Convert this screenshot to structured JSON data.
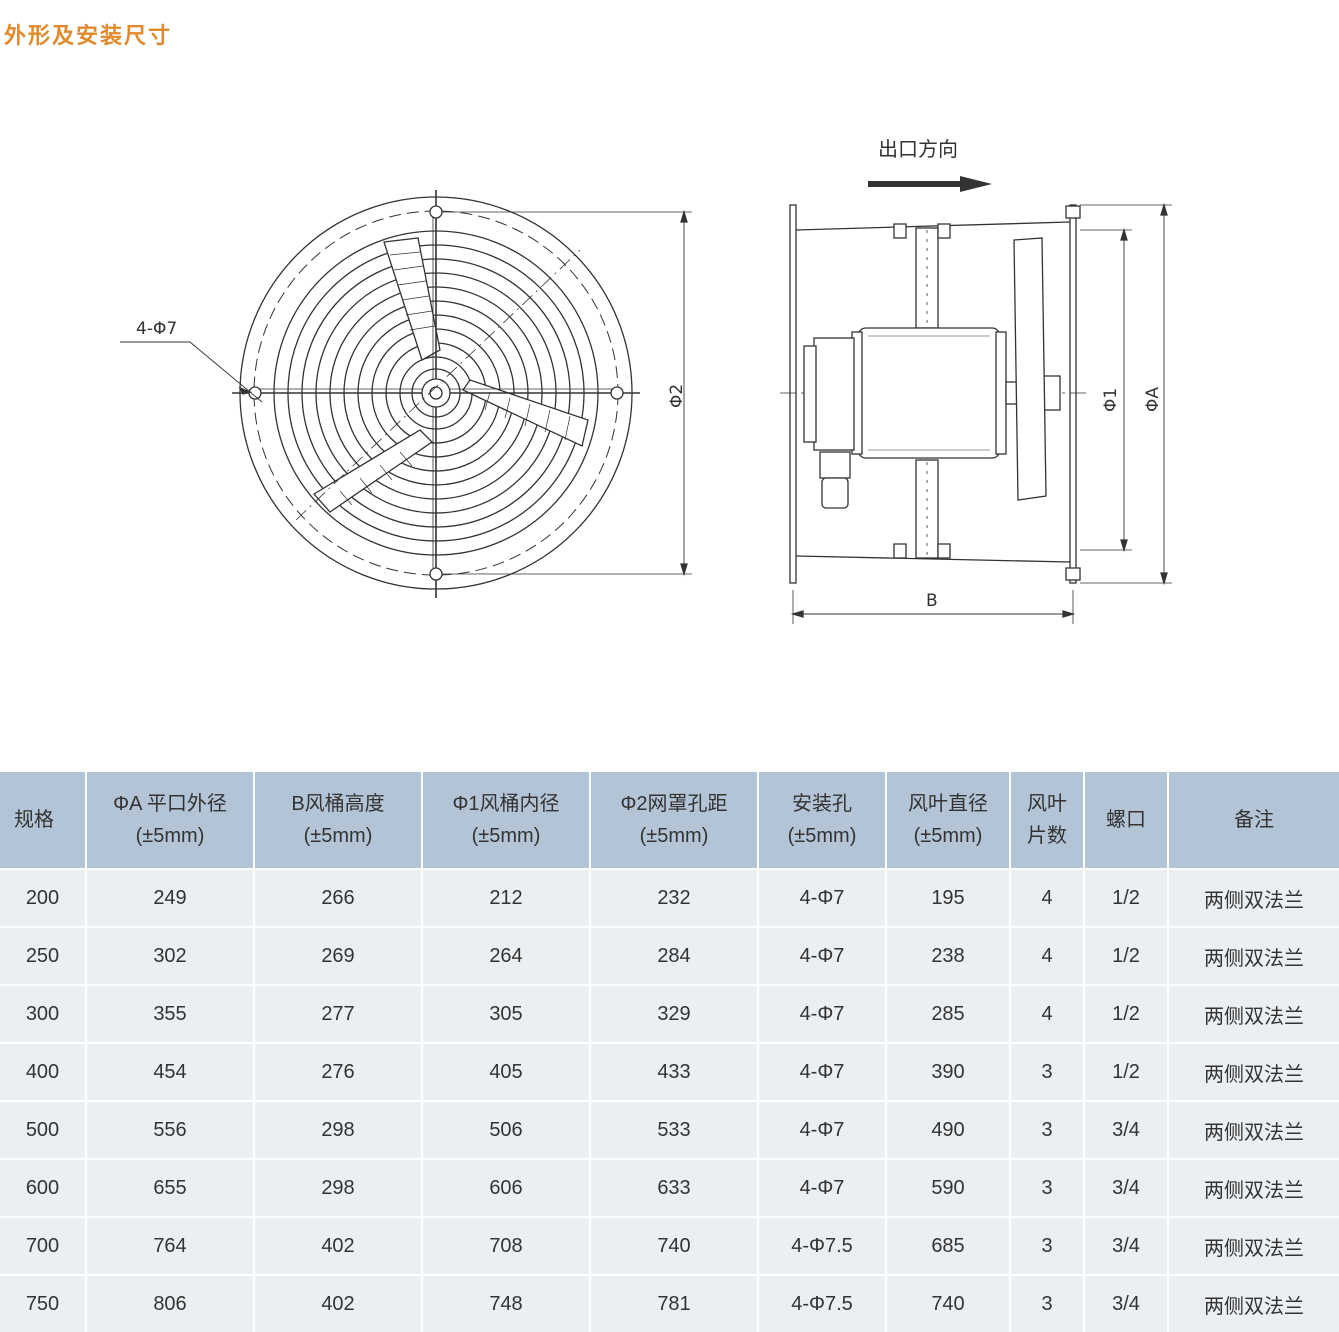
{
  "title": "外形及安装尺寸",
  "drawing": {
    "front_label_holes": "4-Φ7",
    "front_label_phi2": "Φ2",
    "side_label_direction": "出口方向",
    "side_label_phi1": "Φ1",
    "side_label_phiA": "ΦA",
    "side_label_B": "B"
  },
  "table": {
    "headers": [
      {
        "line1": "规格",
        "line2": ""
      },
      {
        "line1": "ΦA 平口外径",
        "line2": "(±5mm)"
      },
      {
        "line1": "B风桶高度",
        "line2": "(±5mm)"
      },
      {
        "line1": "Φ1风桶内径",
        "line2": "(±5mm)"
      },
      {
        "line1": "Φ2网罩孔距",
        "line2": "(±5mm)"
      },
      {
        "line1": "安装孔",
        "line2": "(±5mm)"
      },
      {
        "line1": "风叶直径",
        "line2": "(±5mm)"
      },
      {
        "line1": "风叶",
        "line2": "片数"
      },
      {
        "line1": "螺口",
        "line2": ""
      },
      {
        "line1": "备注",
        "line2": ""
      }
    ],
    "rows": [
      [
        "200",
        "249",
        "266",
        "212",
        "232",
        "4-Φ7",
        "195",
        "4",
        "1/2",
        "两侧双法兰"
      ],
      [
        "250",
        "302",
        "269",
        "264",
        "284",
        "4-Φ7",
        "238",
        "4",
        "1/2",
        "两侧双法兰"
      ],
      [
        "300",
        "355",
        "277",
        "305",
        "329",
        "4-Φ7",
        "285",
        "4",
        "1/2",
        "两侧双法兰"
      ],
      [
        "400",
        "454",
        "276",
        "405",
        "433",
        "4-Φ7",
        "390",
        "3",
        "1/2",
        "两侧双法兰"
      ],
      [
        "500",
        "556",
        "298",
        "506",
        "533",
        "4-Φ7",
        "490",
        "3",
        "3/4",
        "两侧双法兰"
      ],
      [
        "600",
        "655",
        "298",
        "606",
        "633",
        "4-Φ7",
        "590",
        "3",
        "3/4",
        "两侧双法兰"
      ],
      [
        "700",
        "764",
        "402",
        "708",
        "740",
        "4-Φ7.5",
        "685",
        "3",
        "3/4",
        "两侧双法兰"
      ],
      [
        "750",
        "806",
        "402",
        "748",
        "781",
        "4-Φ7.5",
        "740",
        "3",
        "3/4",
        "两侧双法兰"
      ]
    ]
  }
}
